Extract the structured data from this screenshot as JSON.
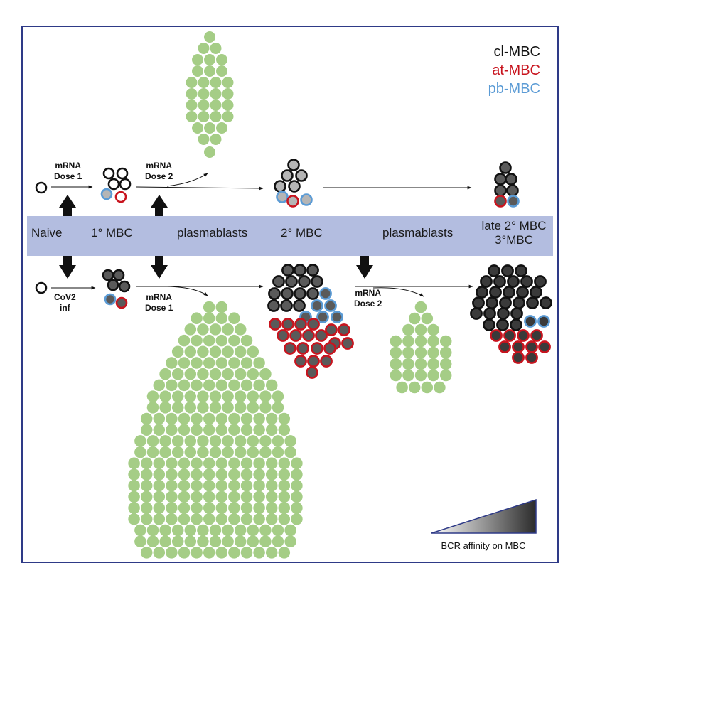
{
  "legend": {
    "classical": {
      "label": "cl-MBC",
      "color": "#111111"
    },
    "atypical": {
      "label": "at-MBC",
      "color": "#c8141e"
    },
    "pre_plasmablast": {
      "label": "pb-MBC",
      "color": "#5b9bd5"
    }
  },
  "band": {
    "color": "#b3bde0",
    "stages": {
      "naive": "Naive",
      "mbc1": "1° MBC",
      "plasmablasts_1": "plasmablasts",
      "mbc2": "2° MBC",
      "plasmablasts_2": "plasmablasts",
      "late_line1": "late 2° MBC",
      "late_line2": "3°MBC"
    }
  },
  "top_pathway": {
    "dose1_line1": "mRNA",
    "dose1_line2": "Dose 1",
    "dose2_line1": "mRNA",
    "dose2_line2": "Dose 2"
  },
  "bottom_pathway": {
    "infection_line1": "CoV2",
    "infection_line2": "inf",
    "dose1_line1": "mRNA",
    "dose1_line2": "Dose 1",
    "dose2_line1": "mRNA",
    "dose2_line2": "Dose 2"
  },
  "affinity_scale": {
    "caption": "BCR affinity on MBC",
    "low_color": "#ffffff",
    "high_color": "#2b2b2b"
  },
  "colors": {
    "plasmablast_fill": "#a5cd86",
    "low_affinity_fill": "#ffffff",
    "mid_affinity_fill": "#b5b5b5",
    "high_affinity_fill": "#5a5a5a",
    "top_affinity_fill": "#3a3a3a",
    "frame": "#2e3a87"
  }
}
